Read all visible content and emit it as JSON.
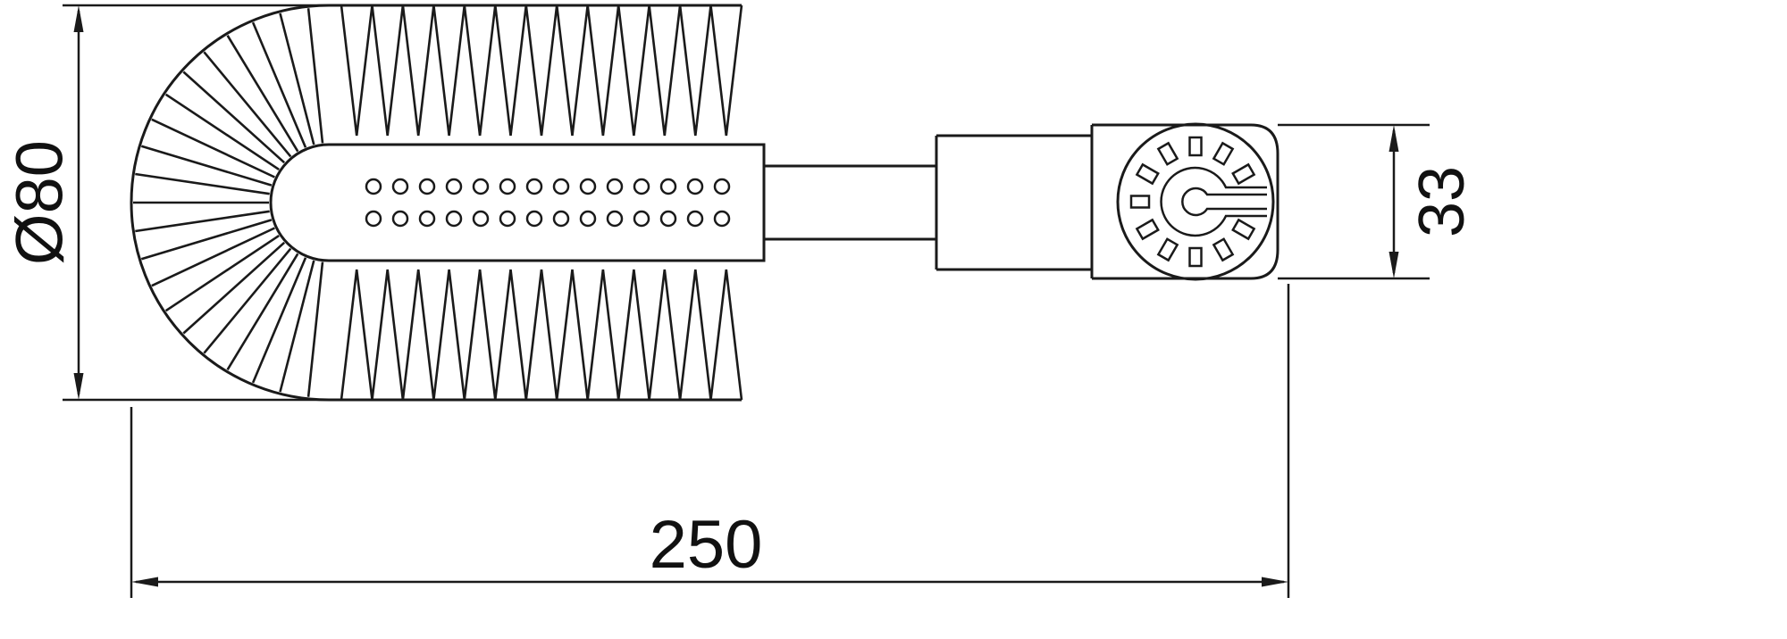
{
  "drawing": {
    "kind": "technical-drawing",
    "subject": "toilet-brush-head-with-coupling",
    "line_color": "#1a1a1a",
    "background_color": "#ffffff",
    "dimensions": {
      "diameter": {
        "label": "Ø80"
      },
      "length": {
        "label": "250"
      },
      "coupling": {
        "label": "33"
      }
    }
  }
}
